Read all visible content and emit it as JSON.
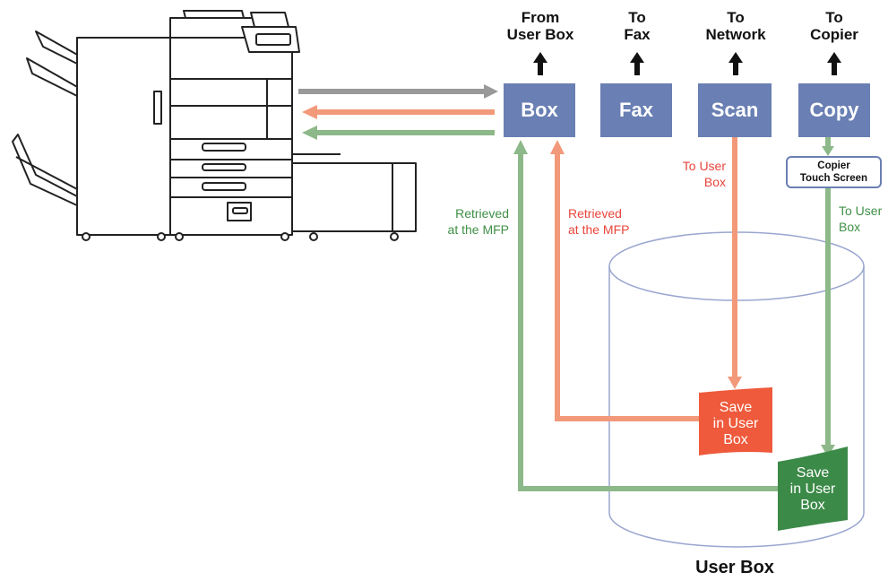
{
  "colors": {
    "function_blue": "#6a7fb3",
    "gray_arrow": "#999999",
    "salmon": "#f2997a",
    "green_light": "#8db889",
    "red_label": "#e8453c",
    "green_label": "#3f8f46",
    "save_red": "#ee5a3b",
    "save_green": "#3c8a48",
    "cylinder_stroke": "#9aa6cf"
  },
  "headers": [
    {
      "line1": "From",
      "line2": "User Box"
    },
    {
      "line1": "To",
      "line2": "Fax"
    },
    {
      "line1": "To",
      "line2": "Network"
    },
    {
      "line1": "To",
      "line2": "Copier"
    }
  ],
  "functions": [
    {
      "label": "Box"
    },
    {
      "label": "Fax"
    },
    {
      "label": "Scan"
    },
    {
      "label": "Copy"
    }
  ],
  "touch_screen": {
    "line1": "Copier",
    "line2": "Touch Screen"
  },
  "labels": {
    "retrieved_green": {
      "line1": "Retrieved",
      "line2": "at the MFP"
    },
    "retrieved_red": {
      "line1": "Retrieved",
      "line2": "at the MFP"
    },
    "to_user_box_scan": {
      "line1": "To User",
      "line2": "Box"
    },
    "to_user_box_copy": {
      "line1": "To User",
      "line2": "Box"
    }
  },
  "save_red": {
    "line1": "Save",
    "line2": "in User",
    "line3": "Box"
  },
  "save_green": {
    "line1": "Save",
    "line2": "in User",
    "line3": "Box"
  },
  "user_box_title": "User Box",
  "icons": [
    "mfp-printer-icon",
    "up-arrow-icon"
  ]
}
